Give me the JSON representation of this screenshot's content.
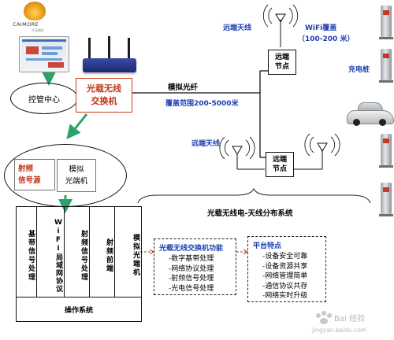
{
  "logo": {
    "text": "CAIMORE",
    "sub": "才茂通信"
  },
  "control_center": "控管中心",
  "switch_label": [
    "光载无线",
    "交换机"
  ],
  "fiber_label": "模拟光纤",
  "coverage_range": "覆盖范围200-5000米",
  "remote_antenna_top": "远端天线",
  "remote_antenna_mid": "远端天线",
  "wifi_coverage": {
    "title": "WiFi覆盖",
    "range": "（100-200 米）"
  },
  "remote_node_top": [
    "远端",
    "节点"
  ],
  "remote_node_mid": [
    "远端",
    "节点"
  ],
  "charging_pile": "充电桩",
  "das_system": "光载无线电-天线分布系统",
  "rf_source": [
    "射频",
    "信号源"
  ],
  "analog_optical": [
    "模拟",
    "光端机"
  ],
  "modules": [
    "基带信号处理",
    "WiFi局域网协议",
    "射频信号处理",
    "射频前端",
    "模拟光端机"
  ],
  "os_label": "操作系统",
  "switch_functions": {
    "title": "光载无线交换机功能",
    "items": [
      "-数字基带处理",
      "-网络协议处理",
      "-射频信号处理",
      "-光电信号处理"
    ]
  },
  "platform_features": {
    "title": "平台特点",
    "items": [
      "-设备安全可靠",
      "-设备资源共享",
      "-网络管理简单",
      "-通信协议共存",
      "-网络实时升级"
    ]
  },
  "watermark": {
    "line1": "Bai 经验",
    "line2": "jingyan.baidu.com"
  },
  "colors": {
    "blue_text": "#1f3fb0",
    "red_text": "#c0361a",
    "arrow_green": "#2aa36b"
  }
}
